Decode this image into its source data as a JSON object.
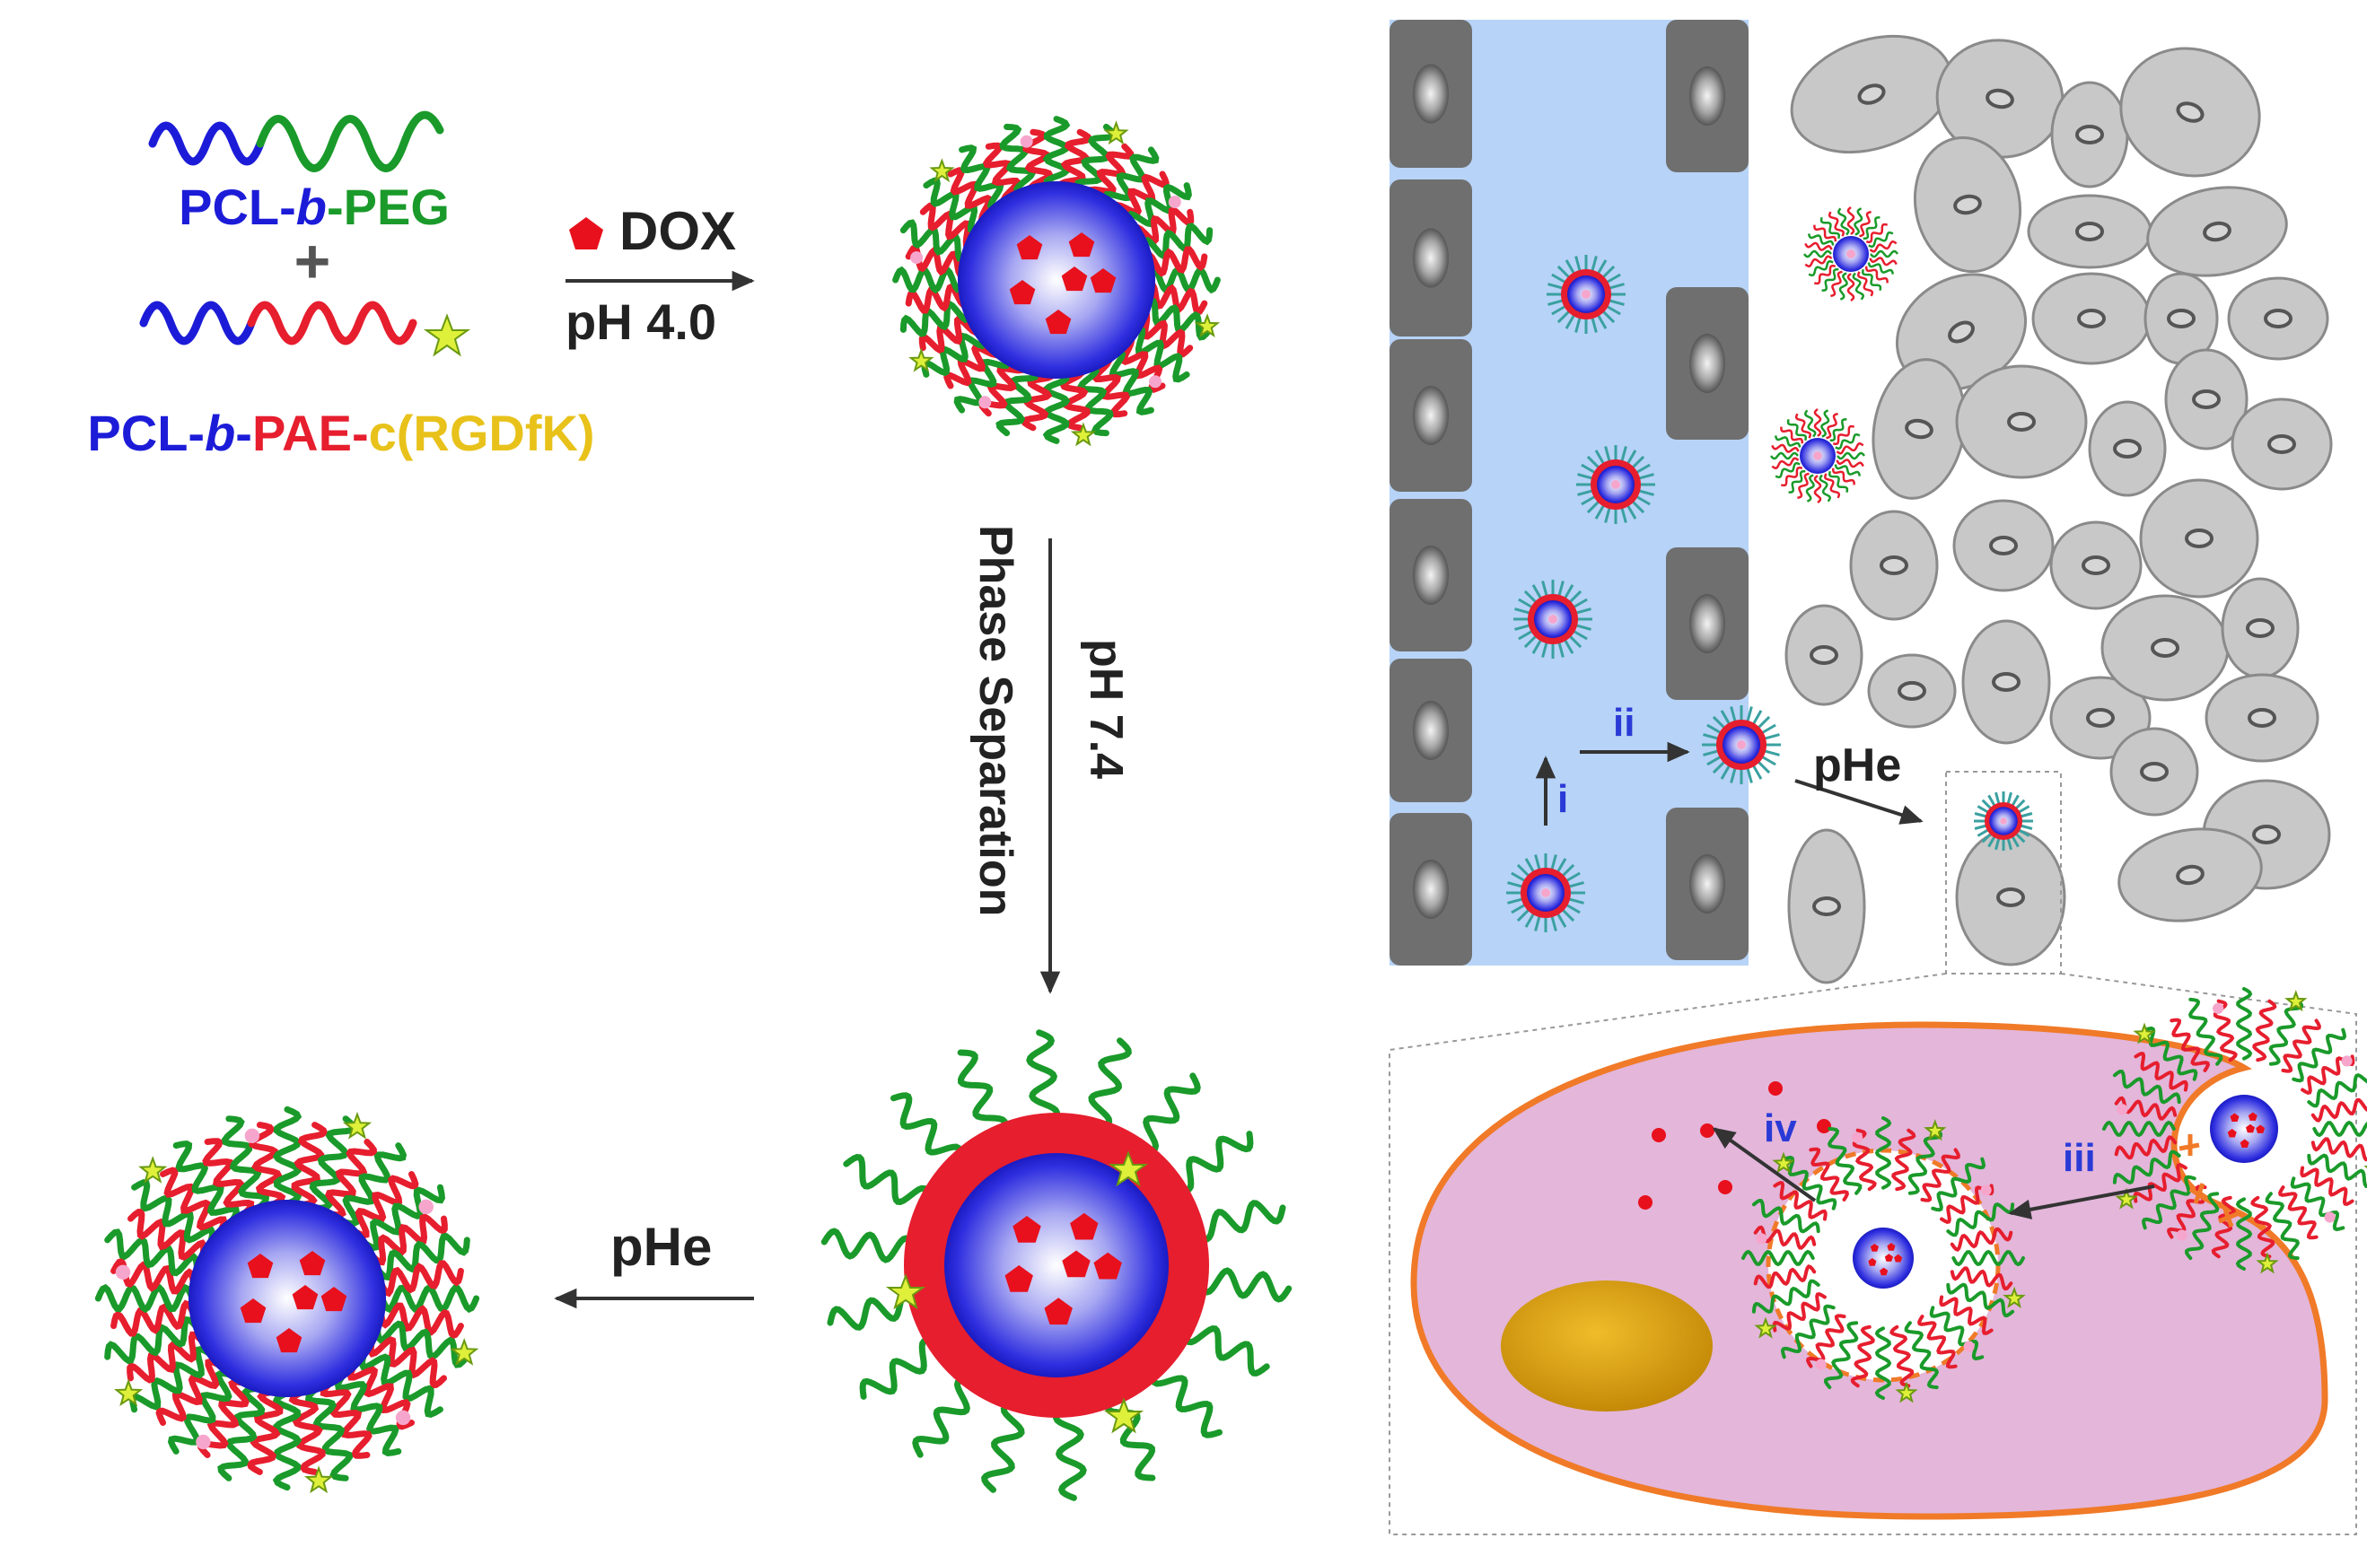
{
  "labels": {
    "polymer1": {
      "a": "PCL-",
      "b": "b",
      "c": "-PEG"
    },
    "plus": "+",
    "polymer2": {
      "a": "PCL-",
      "b": "b",
      "c": "-",
      "d": "PAE",
      "e": "-",
      "f": "c(RGDfK)"
    },
    "dox": "DOX",
    "ph40": "pH 4.0",
    "ph74": "pH 7.4",
    "phase_sep": "Phase Separation",
    "phe_left": "pHe",
    "phe_right": "pHe",
    "step_i": "i",
    "step_ii": "ii",
    "step_iii": "iii",
    "step_iv": "iv"
  },
  "colors": {
    "pcl": "#1c1cd8",
    "peg": "#1a9a2a",
    "pae": "#e61e2e",
    "rgd": "#e8c21a",
    "dox": "#e8101c",
    "vessel": "#b7d3f7",
    "tissue_cell": "#c8c8c8",
    "cell_body": "#e6b8da",
    "cell_membrane": "#f07a28",
    "nucleus": "#e0a012"
  },
  "icons": {
    "dox": "red-pentagon-icon",
    "rgd": "yellow-star-icon"
  }
}
